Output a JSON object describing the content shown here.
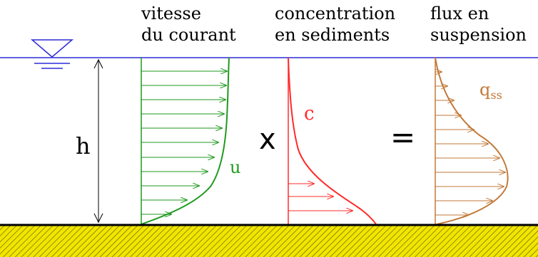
{
  "headers": {
    "velocity": [
      "vitesse",
      "du courant"
    ],
    "concentration": [
      "concentration",
      "en sediments"
    ],
    "flux": [
      "flux en",
      "suspension"
    ]
  },
  "labels": {
    "depth": "h",
    "velocity_symbol": "u",
    "concentration_symbol": "c",
    "flux_symbol_base": "q",
    "flux_symbol_sub": "ss",
    "multiply": "x",
    "equals": "="
  },
  "colors": {
    "water_line": "#2b2bd9",
    "velocity": "#1f9a1f",
    "concentration": "#ff2b2b",
    "flux": "#c27a3a",
    "sediment_fill": "#f2e600",
    "sediment_hatch": "#7a7000",
    "bed": "#000000"
  }
}
